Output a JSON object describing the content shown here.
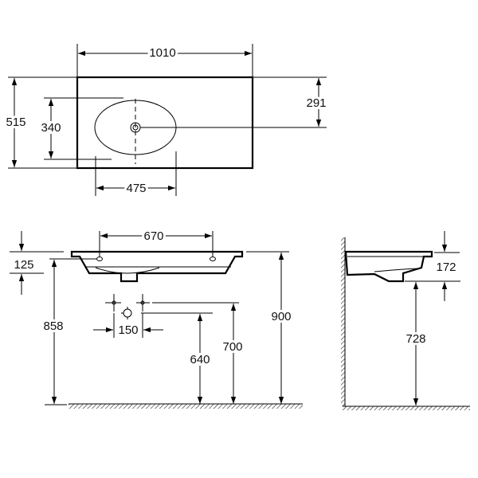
{
  "top_view": {
    "width_label": "1010",
    "depth_label": "515",
    "bowl_depth_label": "340",
    "drain_offset_label": "291",
    "bowl_width_label": "475"
  },
  "front_view": {
    "tap_spacing_label": "670",
    "rim_height_label": "125",
    "under_height_label": "858",
    "supply_spacing_label": "150",
    "waste_height_label": "640",
    "supply_height_label": "700",
    "top_height_label": "900"
  },
  "side_view": {
    "basin_height_label": "172",
    "under_height_label": "728"
  }
}
